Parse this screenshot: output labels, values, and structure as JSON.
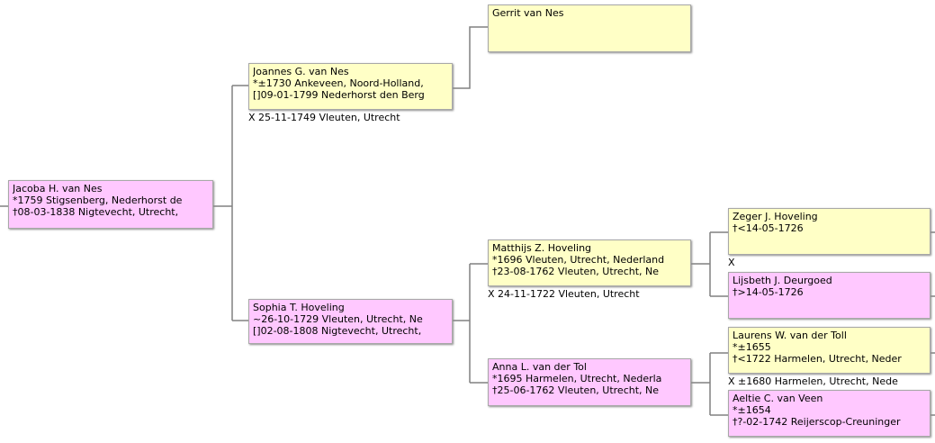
{
  "persons": {
    "jacoba": {
      "name": "Jacoba H. van Nes",
      "line1": "*1759 Stigsenberg, Nederhorst de",
      "line2": "†08-03-1838 Nigtevecht, Utrecht,"
    },
    "joannes": {
      "name": "Joannes G. van Nes",
      "line1": "*±1730 Ankeveen, Noord-Holland,",
      "line2": "[]09-01-1799 Nederhorst den Berg"
    },
    "gerrit": {
      "name": "Gerrit van Nes"
    },
    "sophia": {
      "name": "Sophia T. Hoveling",
      "line1": "~26-10-1729 Vleuten, Utrecht, Ne",
      "line2": "[]02-08-1808 Nigtevecht, Utrecht,"
    },
    "matthijs": {
      "name": "Matthijs Z. Hoveling",
      "line1": "*1696 Vleuten, Utrecht, Nederland",
      "line2": "†23-08-1762 Vleuten, Utrecht, Ne"
    },
    "anna": {
      "name": "Anna L. van der Tol",
      "line1": "*1695 Harmelen, Utrecht, Nederla",
      "line2": "†25-06-1762 Vleuten, Utrecht, Ne"
    },
    "zeger": {
      "name": "Zeger J. Hoveling",
      "line1": "†<14-05-1726"
    },
    "lijsbeth": {
      "name": "Lijsbeth J. Deurgoed",
      "line1": "†>14-05-1726"
    },
    "laurens": {
      "name": "Laurens W. van der Toll",
      "line1": "*±1655",
      "line2": "†<1722 Harmelen, Utrecht, Neder"
    },
    "aeltie": {
      "name": "Aeltie C. van Veen",
      "line1": "*±1654",
      "line2": "†?-02-1742 Reijerscop-Creuninger"
    }
  },
  "marriages": {
    "joannes_sophia": "X 25-11-1749 Vleuten, Utrecht",
    "matthijs_anna": "X 24-11-1722 Vleuten, Utrecht",
    "zeger_lijsbeth": "X",
    "laurens_aeltie": "X ±1680 Harmelen, Utrecht, Nede"
  },
  "colors": {
    "male": "#ffffc6",
    "female": "#ffc8ff",
    "connector": "#808080",
    "border": "#a8a8a8"
  }
}
